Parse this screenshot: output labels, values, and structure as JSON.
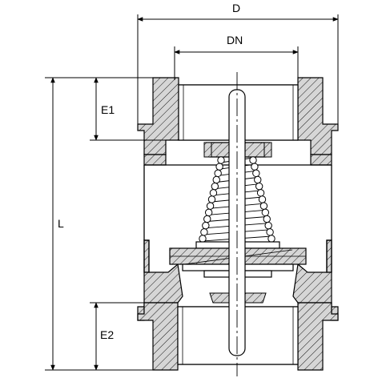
{
  "labels": {
    "d": "D",
    "dn": "DN",
    "e1": "E1",
    "l": "L",
    "e2": "E2"
  },
  "colors": {
    "line": "#000000",
    "body_fill": "#d6d6d6",
    "spring_fill": "#ffffff",
    "background": "#ffffff"
  }
}
